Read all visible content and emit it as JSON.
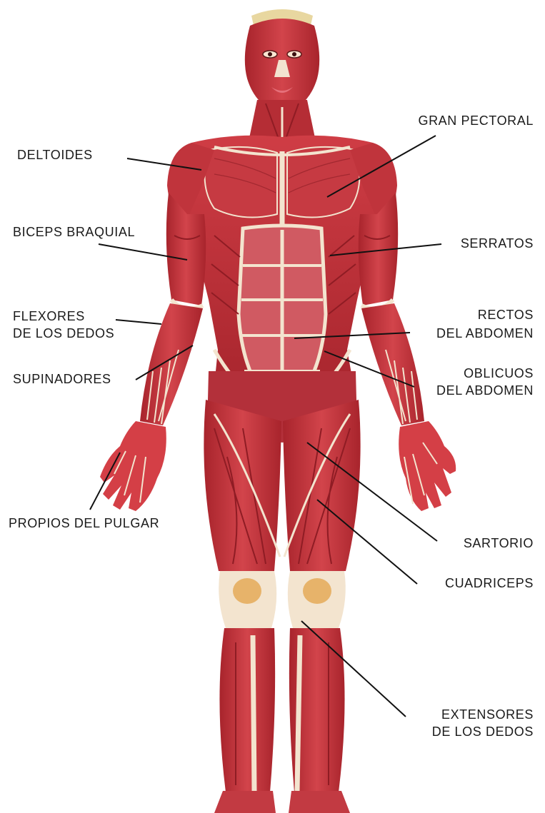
{
  "colors": {
    "muscle": "#c8333a",
    "muscle_dark": "#9e1f27",
    "muscle_light": "#e0626a",
    "tendon": "#f3e4cf",
    "kneecap": "#e7b36a",
    "leader": "#111111",
    "label": "#1a1a1a"
  },
  "labels": {
    "deltoides": "DELTOIDES",
    "biceps": "BICEPS BRAQUIAL",
    "flexores_1": "FLEXORES",
    "flexores_2": "DE LOS DEDOS",
    "supinadores": "SUPINADORES",
    "propios": "PROPIOS DEL PULGAR",
    "gran_pectoral": "GRAN PECTORAL",
    "serratos": "SERRATOS",
    "rectos_1": "RECTOS",
    "rectos_2": "DEL ABDOMEN",
    "oblicuos_1": "OBLICUOS",
    "oblicuos_2": "DEL ABDOMEN",
    "sartorio": "SARTORIO",
    "cuadriceps": "CUADRICEPS",
    "extensores_1": "EXTENSORES",
    "extensores_2": "DE LOS DEDOS"
  }
}
